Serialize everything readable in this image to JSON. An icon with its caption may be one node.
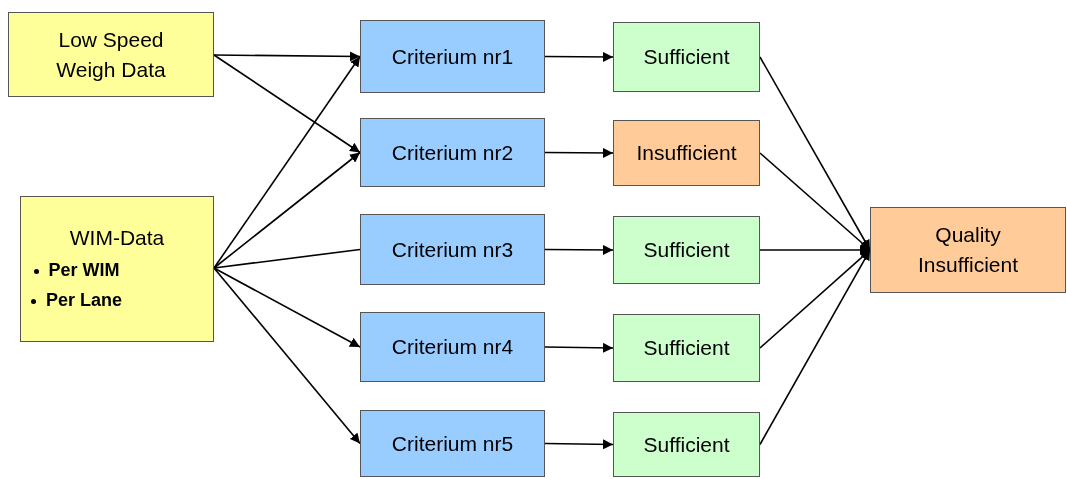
{
  "diagram": {
    "nodes": [
      {
        "text": [
          "Low Speed Weigh Data"
        ]
      },
      {
        "text": [
          "WIM-Data",
          "Per WIM",
          "Per Lane"
        ]
      },
      {
        "text": [
          "Criterium nr1"
        ]
      },
      {
        "text": [
          "Criterium nr2"
        ]
      },
      {
        "text": [
          "Criterium nr3"
        ]
      },
      {
        "text": [
          "Criterium nr4"
        ]
      },
      {
        "text": [
          "Criterium nr5"
        ]
      },
      {
        "text": [
          "Sufficient"
        ]
      },
      {
        "text": [
          "Insufficient"
        ]
      },
      {
        "text": [
          "Sufficient"
        ]
      },
      {
        "text": [
          "Sufficient"
        ]
      },
      {
        "text": [
          "Sufficient"
        ]
      },
      {
        "text": [
          "Quality Insufficient"
        ]
      }
    ],
    "edges": [
      {
        "from": 0,
        "to": 2,
        "arrow": "to"
      },
      {
        "from": 0,
        "to": 3,
        "arrow": "to"
      },
      {
        "from": 1,
        "to": 2,
        "arrow": "to"
      },
      {
        "from": 1,
        "to": 3,
        "arrow": "to"
      },
      {
        "from": 1,
        "to": 4,
        "arrow": "none"
      },
      {
        "from": 1,
        "to": 5,
        "arrow": "to"
      },
      {
        "from": 1,
        "to": 6,
        "arrow": "to"
      },
      {
        "from": 2,
        "to": 7,
        "arrow": "to"
      },
      {
        "from": 3,
        "to": 8,
        "arrow": "to"
      },
      {
        "from": 4,
        "to": 9,
        "arrow": "to"
      },
      {
        "from": 5,
        "to": 10,
        "arrow": "to"
      },
      {
        "from": 6,
        "to": 11,
        "arrow": "to"
      },
      {
        "from": 7,
        "to": 12,
        "arrow": "to"
      },
      {
        "from": 8,
        "to": 12,
        "arrow": "to"
      },
      {
        "from": 9,
        "to": 12,
        "arrow": "to"
      },
      {
        "from": 10,
        "to": 12,
        "arrow": "to"
      },
      {
        "from": 11,
        "to": 12,
        "arrow": "to"
      }
    ]
  }
}
